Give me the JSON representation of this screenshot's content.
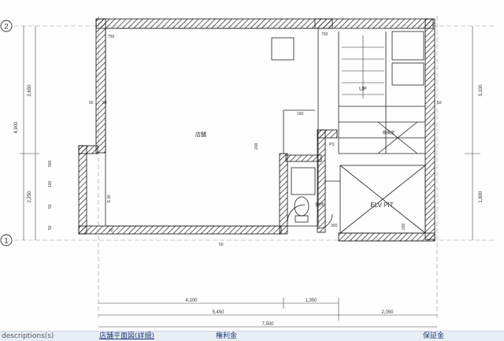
{
  "plan": {
    "grid_markers": [
      "2",
      "1"
    ],
    "rooms": {
      "main": "店舗",
      "wc": "便所",
      "elv": "ELV PIT",
      "mech": "機械室"
    },
    "labels": {
      "up": "UP",
      "ps": "PS",
      "ew": "E.W."
    },
    "dims": {
      "vertical_left": [
        "4,900",
        "2,650",
        "2,250"
      ],
      "vertical_right": [
        "3,100",
        "1,800"
      ],
      "small": [
        "750",
        "750",
        "50",
        "50",
        "150",
        "200",
        "500",
        "100",
        "50",
        "50",
        "30",
        "50",
        "300",
        "200",
        "50"
      ],
      "bottom_row1": [
        "4,100",
        "1,350"
      ],
      "bottom_row2": [
        "5,450",
        "2,050"
      ],
      "bottom_row3": [
        "7,500"
      ]
    }
  },
  "strip": {
    "left_label": "descriptions(s)",
    "link1": "店舗平面図(詳細)",
    "link2": "権利金",
    "link3": "保証金"
  }
}
